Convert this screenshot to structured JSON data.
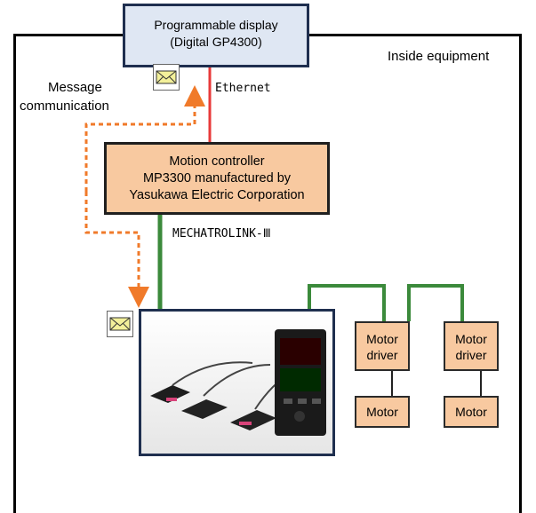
{
  "display": {
    "line1": "Programmable display",
    "line2": "(Digital GP4300)"
  },
  "inside_equipment": "Inside equipment",
  "message_communication": {
    "line1": "Message",
    "line2": "communication"
  },
  "ethernet": "Ethernet",
  "controller": {
    "line1": "Motion controller",
    "line2": "MP3300 manufactured by",
    "line3": "Yasukawa Electric Corporation"
  },
  "mechatrolink": "MECHATROLINK-Ⅲ",
  "drivers": [
    {
      "line1": "Motor",
      "line2": "driver"
    },
    {
      "line1": "Motor",
      "line2": "driver"
    }
  ],
  "motors": [
    "Motor",
    "Motor"
  ],
  "colors": {
    "ethernet_line": "#e83a3a",
    "mechatrolink_line": "#3b8a3b",
    "message_arrow": "#f07a2a",
    "box_fill": "#f8c9a0",
    "display_fill": "#dfe7f3",
    "envelope_fill": "#f3f09a"
  }
}
